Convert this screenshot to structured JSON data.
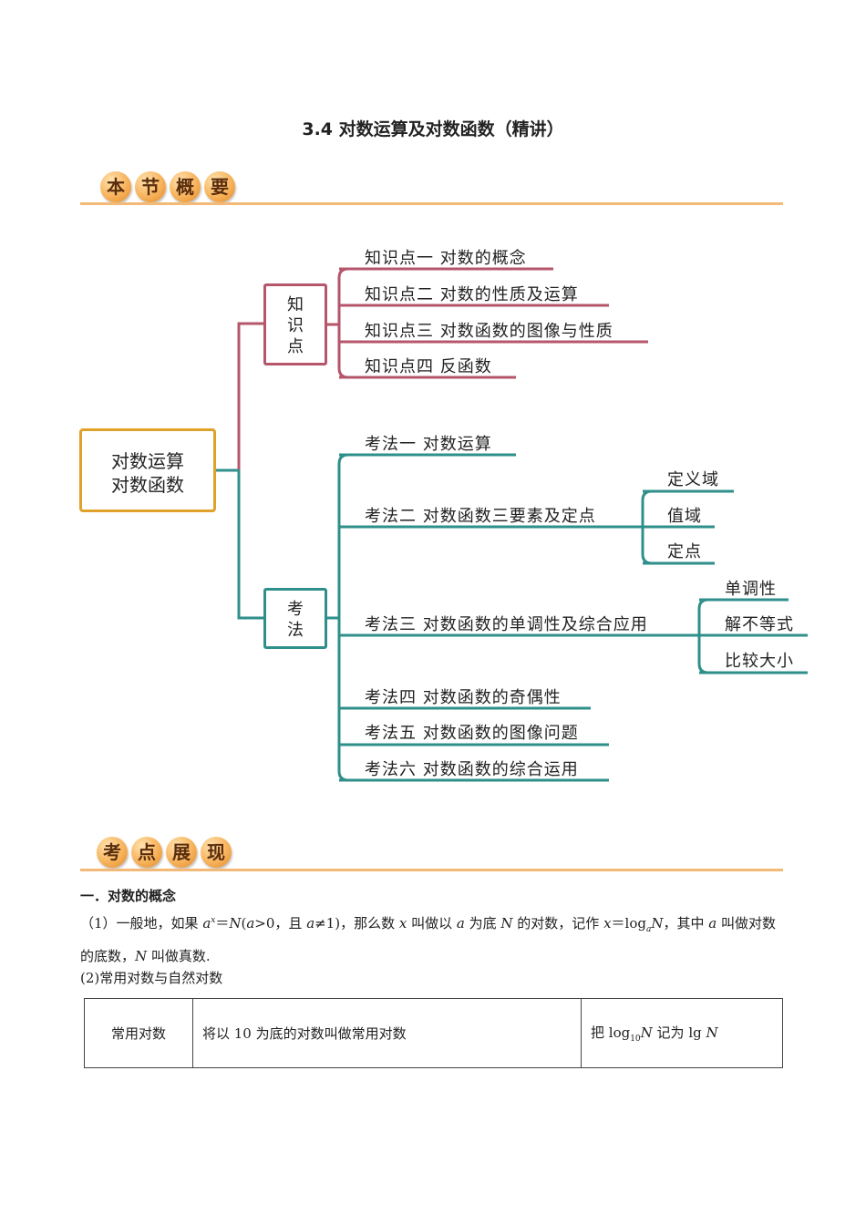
{
  "title": "3.4 对数运算及对数函数（精讲）",
  "banner1": [
    "本",
    "节",
    "概",
    "要"
  ],
  "banner2": [
    "考",
    "点",
    "展",
    "现"
  ],
  "mindmap": {
    "root_line1": "对数运算",
    "root_line2": "对数函数",
    "group1": "知识点",
    "group2": "考法",
    "knowledge": [
      "知识点一  对数的概念",
      "知识点二  对数的性质及运算",
      "知识点三  对数函数的图像与性质",
      "知识点四  反函数"
    ],
    "methods": [
      "考法一  对数运算",
      "考法二  对数函数三要素及定点",
      "考法三  对数函数的单调性及综合应用",
      "考法四  对数函数的奇偶性",
      "考法五  对数函数的图像问题",
      "考法六  对数函数的综合运用"
    ],
    "method2_sub": [
      "定义域",
      "值域",
      "定点"
    ],
    "method3_sub": [
      "单调性",
      "解不等式",
      "比较大小"
    ],
    "colors": {
      "knowledge": "#b5566b",
      "method": "#2f8f8a",
      "root_border": "#e0a12a"
    }
  },
  "section1": {
    "heading": "一．对数的概念",
    "p1_a": "（1）一般地，如果 ",
    "p1_var_a": "a",
    "p1_sup_x": "x",
    "p1_b": "＝",
    "p1_N": "N",
    "p1_c": "(",
    "p1_a2": "a",
    "p1_d": ">0，且 ",
    "p1_a3": "a",
    "p1_e": "≠1)，那么数 ",
    "p1_x": "x",
    "p1_f": " 叫做以 ",
    "p1_a4": "a",
    "p1_g": " 为底 ",
    "p1_N2": "N",
    "p1_h": " 的对数，记作 ",
    "p1_x2": "x",
    "p1_i": "＝log",
    "p1_sub_a": "a",
    "p1_N3": "N",
    "p1_j": "，其中 ",
    "p1_a5": "a",
    "p1_k": " 叫做对数的底数，",
    "p1_N4": "N",
    "p1_l": " 叫做真数.",
    "p2": "(2)常用对数与自然对数"
  },
  "table": {
    "c1": "常用对数",
    "c2": "将以 10 为底的对数叫做常用对数",
    "c3_a": "把 log",
    "c3_sub": "10",
    "c3_N": "N",
    "c3_b": " 记为 lg ",
    "c3_N2": "N"
  }
}
